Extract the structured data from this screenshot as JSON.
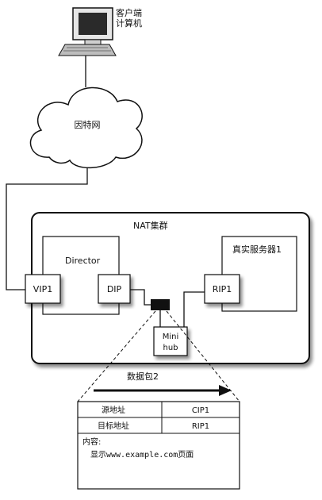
{
  "client": {
    "label_line1": "客户端",
    "label_line2": "计算机"
  },
  "internet": {
    "label": "因特网"
  },
  "cluster": {
    "title": "NAT集群"
  },
  "director": {
    "label": "Director",
    "vip": "VIP1",
    "dip": "DIP"
  },
  "real_server": {
    "label": "真实服务器1",
    "rip": "RIP1"
  },
  "hub": {
    "label_line1": "Mini",
    "label_line2": "hub"
  },
  "packet": {
    "title": "数据包2",
    "rows": [
      {
        "field": "源地址",
        "value": "CIP1"
      },
      {
        "field": "目标地址",
        "value": "RIP1"
      }
    ],
    "content_label": "内容:",
    "content_text": "显示www.example.com页面"
  }
}
